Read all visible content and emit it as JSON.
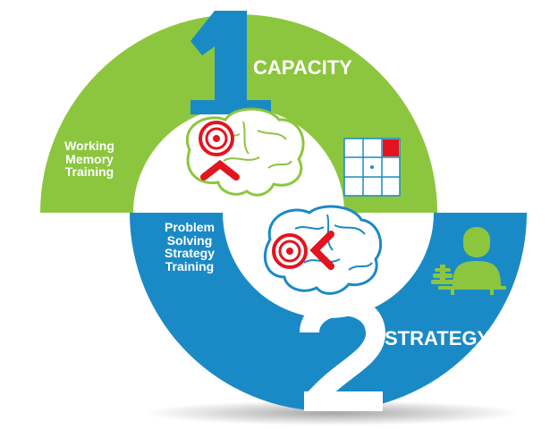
{
  "diagram": {
    "step1": {
      "number": "1",
      "title": "CAPACITY",
      "training_label_lines": [
        "Working",
        "Memory",
        "Training"
      ],
      "color": "#8cc63e",
      "number_color": "#1a8ac6"
    },
    "step2": {
      "number": "2",
      "title": "STRATEGY",
      "training_label_lines": [
        "Problem",
        "Solving",
        "Strategy",
        "Training"
      ],
      "color": "#1a8ac6",
      "number_color": "#ffffff"
    },
    "icons": {
      "step1_brain": "brain-target-upward-arrow-icon",
      "step1_grid": "memory-grid-icon",
      "step2_brain": "brain-target-leftward-arrow-icon",
      "step2_person": "person-tower-icon"
    },
    "accent_colors": {
      "target": "#e3141f",
      "grid_highlight": "#e3141f",
      "person": "#8cc63e"
    }
  }
}
